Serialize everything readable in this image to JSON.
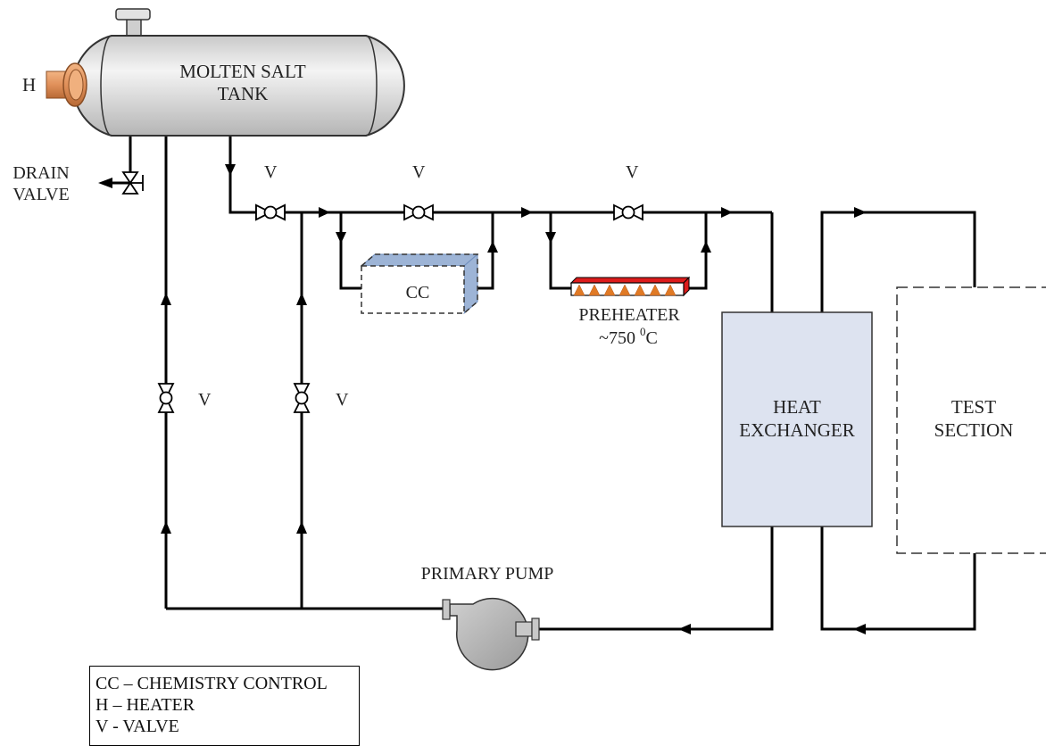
{
  "diagram": {
    "tank": {
      "line1": "MOLTEN SALT",
      "line2": "TANK"
    },
    "heater_label": "H",
    "drain_valve": {
      "line1": "DRAIN",
      "line2": "VALVE"
    },
    "valve_label": "V",
    "cc_label": "CC",
    "preheater": {
      "name": "PREHEATER",
      "temp_prefix": "~750 ",
      "temp_sup": "0",
      "temp_unit": "C"
    },
    "heat_exchanger": {
      "line1": "HEAT",
      "line2": "EXCHANGER"
    },
    "test_section": {
      "line1": "TEST",
      "line2": "SECTION"
    },
    "pump_label": "PRIMARY PUMP"
  },
  "legend": [
    "CC – CHEMISTRY CONTROL",
    "H – HEATER",
    "V - VALVE"
  ],
  "colors": {
    "pipe": "#000000",
    "tank_fill": "#d9d9d9",
    "heater_copper": "#e0905a",
    "heat_exchanger_fill": "#dde3f0",
    "cc_shade": "#9db4d6",
    "preheater_red": "#dd1c1c",
    "preheater_flame": "#e07a25",
    "pump_fill": "#b3b3b3"
  }
}
